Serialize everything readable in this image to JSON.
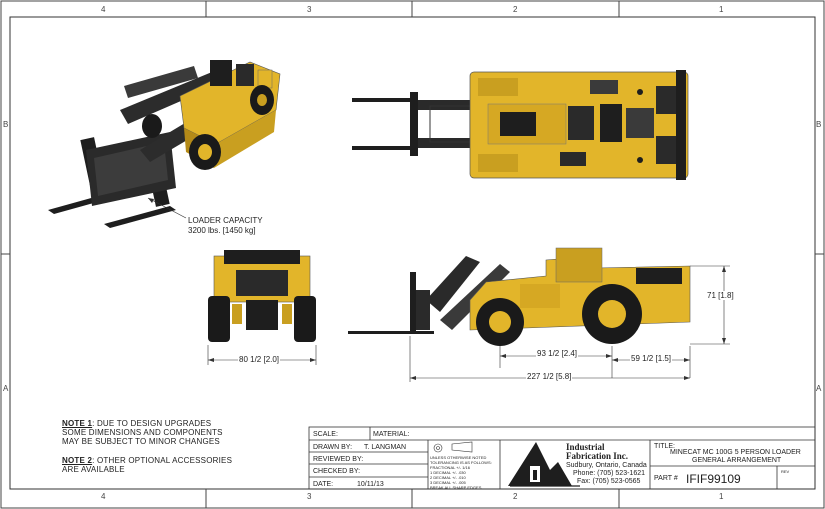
{
  "zones": {
    "top": [
      "4",
      "3",
      "2",
      "1"
    ],
    "bottom": [
      "4",
      "3",
      "2",
      "1"
    ],
    "left": [
      "B",
      "A"
    ],
    "right": [
      "B",
      "A"
    ]
  },
  "callout": {
    "line1": "LOADER CAPACITY",
    "line2": "3200 lbs. [1450 kg]"
  },
  "dimensions": {
    "front_width": "80 1/2 [2.0]",
    "height": "71 [1.8]",
    "wheelbase": "93 1/2 [2.4]",
    "rear_overhang": "59 1/2 [1.5]",
    "overall_length": "227 1/2 [5.8]"
  },
  "notes": {
    "note1_label": "NOTE 1",
    "note1_text": ": DUE TO DESIGN UPGRADES",
    "note1_line2": "SOME DIMENSIONS AND COMPONENTS",
    "note1_line3": "MAY BE SUBJECT TO MINOR CHANGES",
    "note2_label": "NOTE 2",
    "note2_text": ": OTHER OPTIONAL ACCESSORIES",
    "note2_line2": "ARE AVAILABLE"
  },
  "title_block": {
    "scale_label": "SCALE:",
    "material_label": "MATERIAL:",
    "drawn_by_label": "DRAWN BY:",
    "drawn_by": "T. LANGMAN",
    "reviewed_by_label": "REVIEWED BY:",
    "checked_by_label": "CHECKED BY:",
    "date_label": "DATE:",
    "date": "10/11/13",
    "tolerance_lines": [
      "UNLESS OTHERWISE NOTED",
      "TOLERANCING IS AS FOLLOWS:",
      "FRACTIONAL +/- 1/16",
      "1 DECIMAL +/- .030",
      "2 DECIMAL +/- .010",
      "3 DECIMAL +/- .005",
      "BREAK ALL SHARP EDGES"
    ],
    "company_name_1": "Industrial",
    "company_name_2": "Fabrication Inc.",
    "company_city": "Sudbury, Ontario, Canada",
    "company_phone": "Phone: (705) 523-1621",
    "company_fax": "Fax: (705) 523-0565",
    "title_label": "TITLE:",
    "title_line1": "MINECAT MC 100G 5 PERSON LOADER",
    "title_line2": "GENERAL ARRANGEMENT",
    "part_label": "PART #",
    "part_number": "IFIF99109",
    "rev_label": "REV"
  },
  "colors": {
    "body_yellow": "#e2b52a",
    "body_shadow": "#b48a18",
    "dark": "#1e1e1e",
    "line": "#333333"
  }
}
